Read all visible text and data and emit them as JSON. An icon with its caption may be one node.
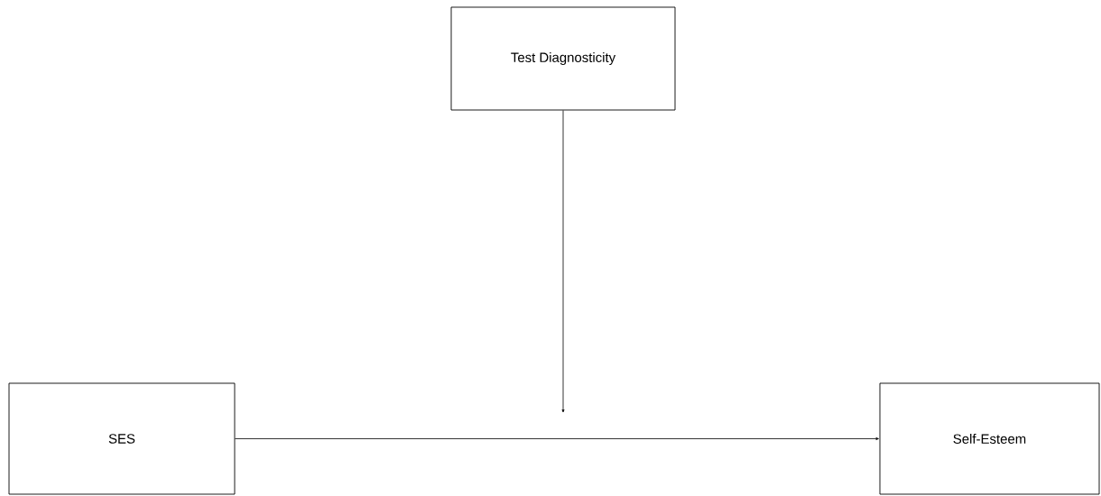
{
  "diagram": {
    "nodes": [
      {
        "text": [
          "Test Diagnosticity"
        ]
      },
      {
        "text": [
          "SES"
        ]
      },
      {
        "text": [
          "Self-Esteem"
        ]
      }
    ],
    "edges": [
      {
        "from": 0,
        "to": null,
        "arrow": "to"
      },
      {
        "from": 1,
        "to": 2,
        "arrow": "to"
      }
    ]
  }
}
